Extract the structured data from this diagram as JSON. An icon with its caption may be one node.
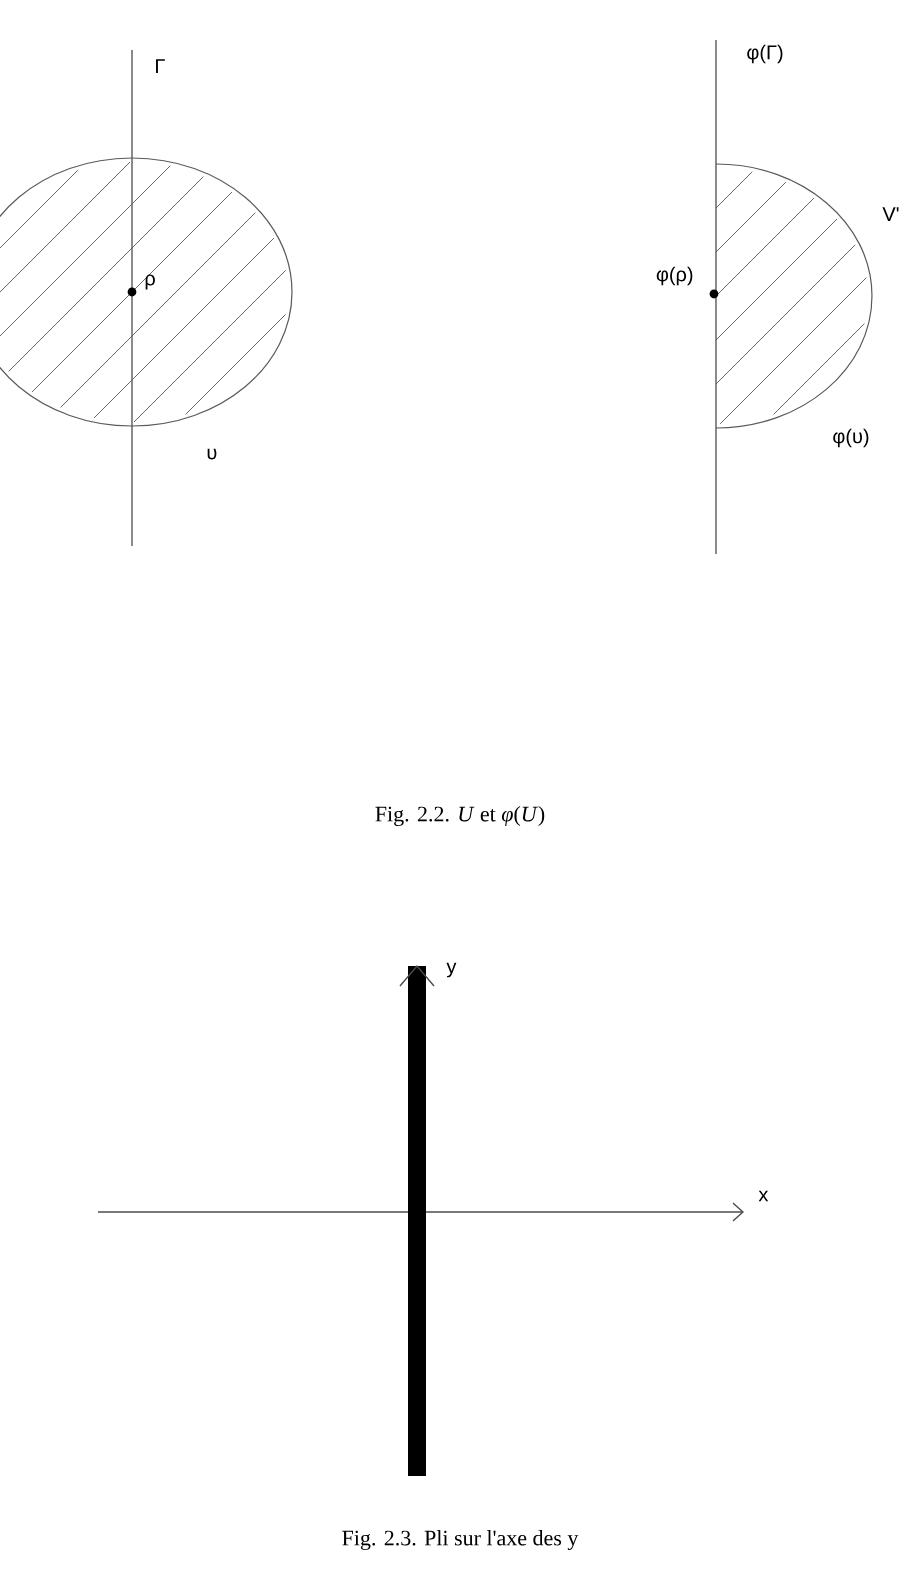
{
  "diagram": {
    "labels": [
      "Γ",
      "φ(Γ)",
      "V'",
      "ρ",
      "φ(ρ)",
      "υ",
      "φ(υ)",
      "Fig. 2.2. *U* et *φ*(*U*)",
      "y",
      "x",
      "Fig. 2.3. Pli sur l'axe des y"
    ]
  }
}
